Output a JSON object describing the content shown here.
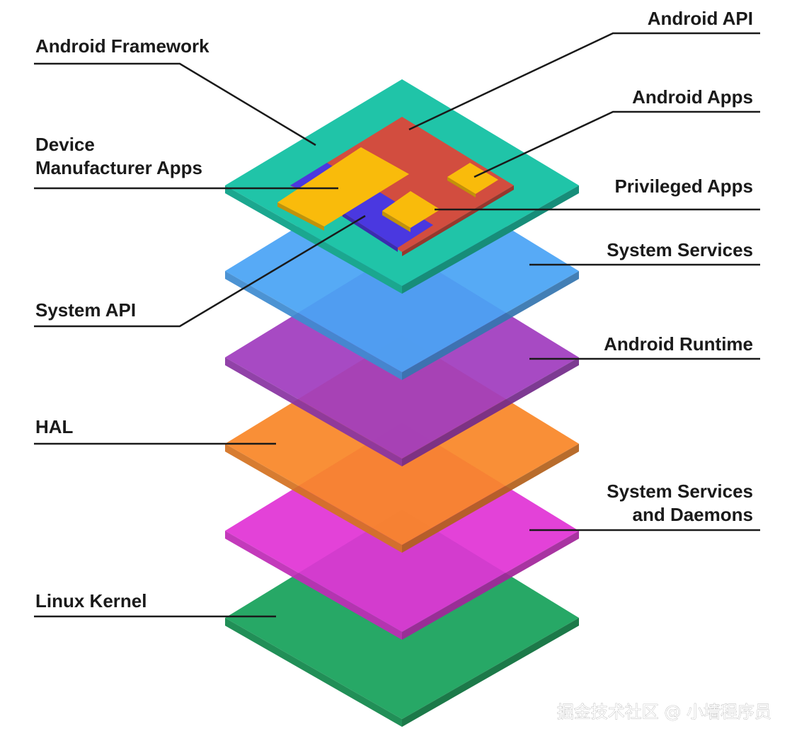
{
  "colors": {
    "android_framework": "#20c4a8",
    "android_api": "#d24d3f",
    "app_yellow": "#f9bb0b",
    "app_blue": "#4a38e0",
    "system_services": "#4aa4f5",
    "android_runtime": "#a13dbf",
    "hal": "#f98728",
    "system_services_daemons": "#e134d6",
    "linux_kernel": "#27a866",
    "label_text": "#1a1a1a"
  },
  "labels": {
    "android_framework": "Android Framework",
    "device_manufacturer_apps_line1": "Device",
    "device_manufacturer_apps_line2": "Manufacturer Apps",
    "system_api": "System API",
    "hal": "HAL",
    "linux_kernel": "Linux Kernel",
    "android_api": "Android API",
    "android_apps": "Android Apps",
    "privileged_apps": "Privileged Apps",
    "system_services": "System Services",
    "android_runtime": "Android Runtime",
    "system_services_daemons_line1": "System Services",
    "system_services_daemons_line2": "and Daemons"
  },
  "watermark": "掘金技术社区 @ 小墙程序员"
}
